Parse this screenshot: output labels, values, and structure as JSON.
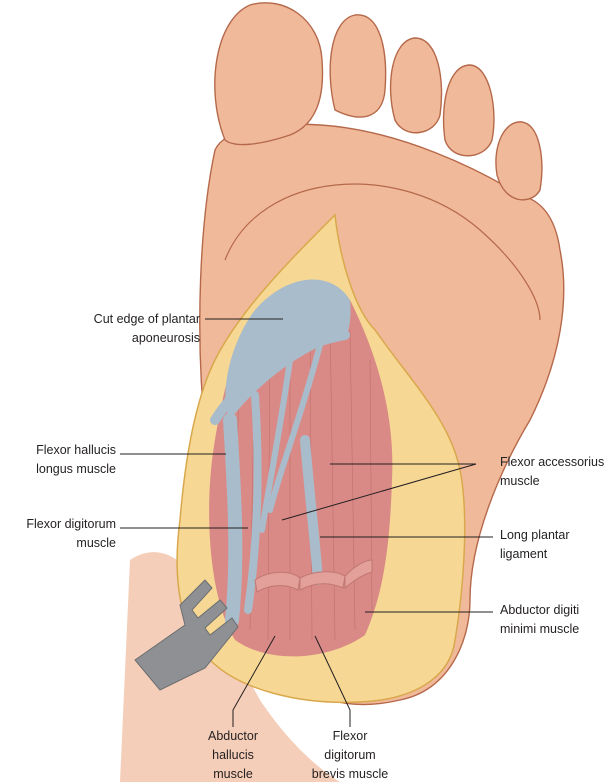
{
  "title": "Plantar foot dissection",
  "colors": {
    "skin": "#f0b99a",
    "skin_outline": "#b5694a",
    "fat": "#f6d894",
    "fat_line": "#d9a84c",
    "muscle": "#d98a86",
    "tendon": "#a9bccb",
    "retractor": "#8e9093",
    "leader": "#231f20"
  },
  "labels": {
    "cut_edge": [
      "Cut edge of plantar",
      "aponeurosis"
    ],
    "fhl": [
      "Flexor hallucis",
      "longus muscle"
    ],
    "fd": [
      "Flexor digitorum",
      "muscle"
    ],
    "fa": [
      "Flexor accessorius",
      "muscle"
    ],
    "lpl": [
      "Long plantar",
      "ligament"
    ],
    "adm": [
      "Abductor digiti",
      "minimi muscle"
    ],
    "ah": [
      "Abductor",
      "hallucis",
      "muscle"
    ],
    "fdb": [
      "Flexor",
      "digitorum",
      "brevis muscle"
    ]
  }
}
